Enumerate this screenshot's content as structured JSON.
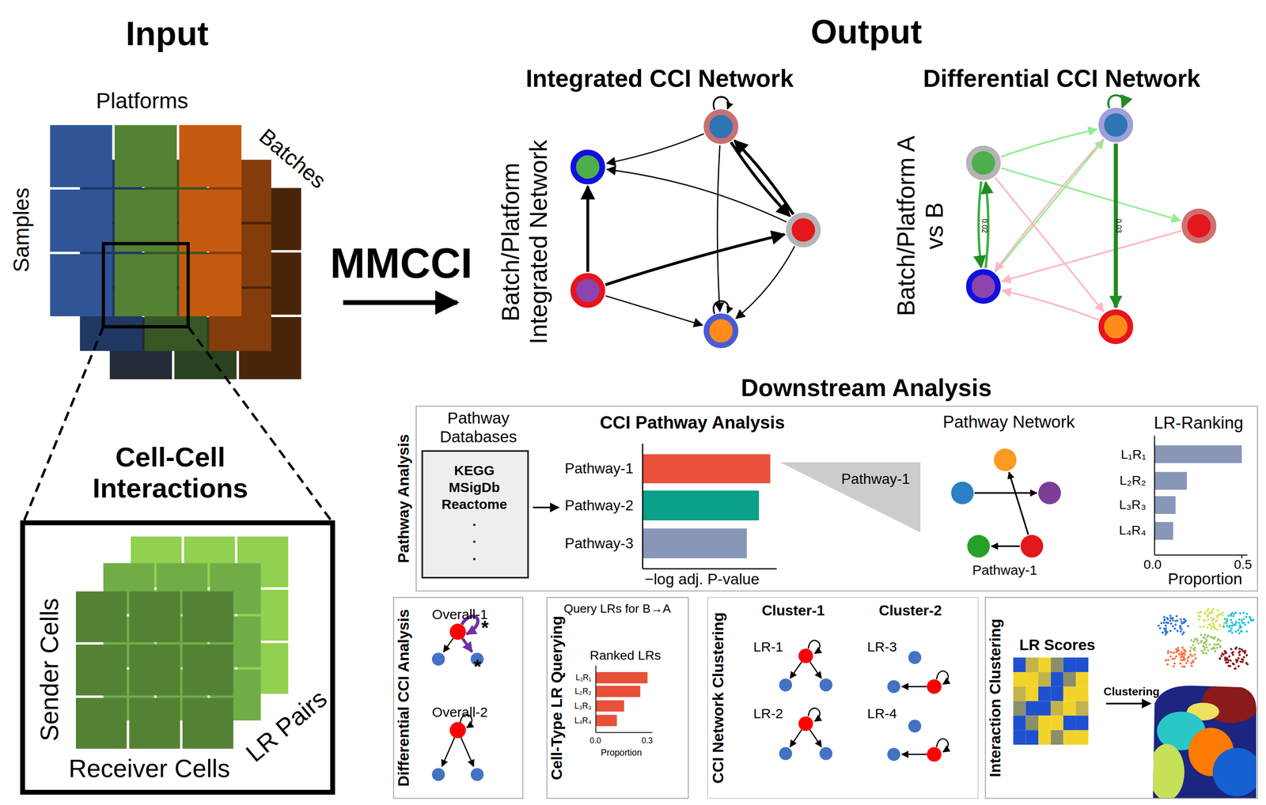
{
  "diagram": {
    "nodes": [
      {
        "text": [
          "Cell-Cell Interactions",
          "Sender Cells",
          "Receiver Cells",
          "LR Pairs"
        ]
      },
      {
        "text": [
          "Pathway Analysis",
          "CCI Pathway Analysis",
          "Pathway-1",
          "Pathway-2",
          "Pathway-3",
          "−log adj. P-value",
          "Pathway-1",
          "Pathway Network",
          "Pathway-1",
          "LR-Ranking",
          "L₁R₁",
          "L₂R₂",
          "L₃R₃",
          "L₄R₄",
          "0.0",
          "0.5",
          "Proportion"
        ]
      },
      {
        "text": [
          "Pathway Databases",
          "KEGG MSigDb Reactome . . ."
        ],
        "in": 1
      },
      {
        "text": [
          "Differential CCI Analysis",
          "Overall-1",
          "*",
          "*",
          "Overall-2"
        ]
      },
      {
        "text": [
          "Cell-Type LR Querying",
          "Query LRs for B→A",
          "Ranked LRs",
          "L₁R₁",
          "L₂R₂",
          "L₃R₃",
          "L₄R₄",
          "0.0",
          "0.3",
          "Proportion"
        ]
      },
      {
        "text": [
          "CCI Network Clustering",
          "Cluster-1",
          "Cluster-2",
          "LR-1",
          "LR-2",
          "LR-3",
          "LR-4"
        ]
      },
      {
        "text": [
          "Interaction Clustering",
          "LR Scores",
          "Clustering"
        ]
      }
    ],
    "labels": [
      "Input",
      "Platforms",
      "Batches",
      "Samples",
      "MMCCI",
      "Output",
      "Integrated CCI Network",
      "Batch/Platform Integrated Network",
      "Differential CCI Network",
      "Batch/Platform A vs B",
      "0.02",
      "0.03",
      "Downstream Analysis"
    ]
  }
}
